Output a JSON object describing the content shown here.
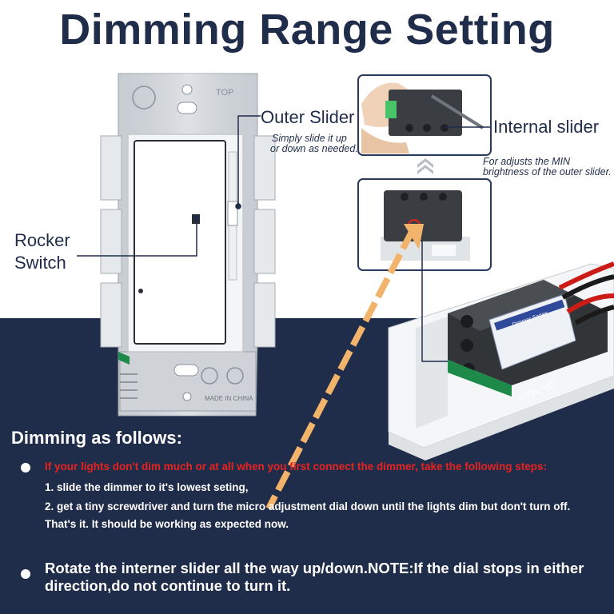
{
  "title": "Dimming Range Setting",
  "labels": {
    "outer_slider": "Outer Slider",
    "outer_slider_hint_1": "Simply slide it up",
    "outer_slider_hint_2": "or down as needed.",
    "internal_slider": "Internal slider",
    "internal_slider_hint_1": "For adjusts the MIN",
    "internal_slider_hint_2": "brightness of the outer slider.",
    "rocker_1": "Rocker",
    "rocker_2": "Switch"
  },
  "plate_marks": {
    "top": "TOP",
    "made_in": "MADE IN CHINA"
  },
  "module_marks": {
    "pass": "QA PASS",
    "series": "Dimmer Series"
  },
  "instructions": {
    "heading": "Dimming as follows:",
    "warning": "If your lights don't dim much or at all when you first connect the dimmer, take the following steps:",
    "step1": "1. slide the dimmer to it's lowest seting,",
    "step2": "2. get a tiny screwdriver and turn the micro adjustment dial down until the lights dim but don't turn off.",
    "step3": "That's it. It should be working as expected now.",
    "note": "Rotate the interner slider all the way up/down.NOTE:If the dial stops in either direction,do not continue to turn it."
  },
  "colors": {
    "navy": "#1f2c4a",
    "warning_red": "#e8231f",
    "arrow_orange": "#f2b36b",
    "module_green": "#1e8a4a"
  }
}
